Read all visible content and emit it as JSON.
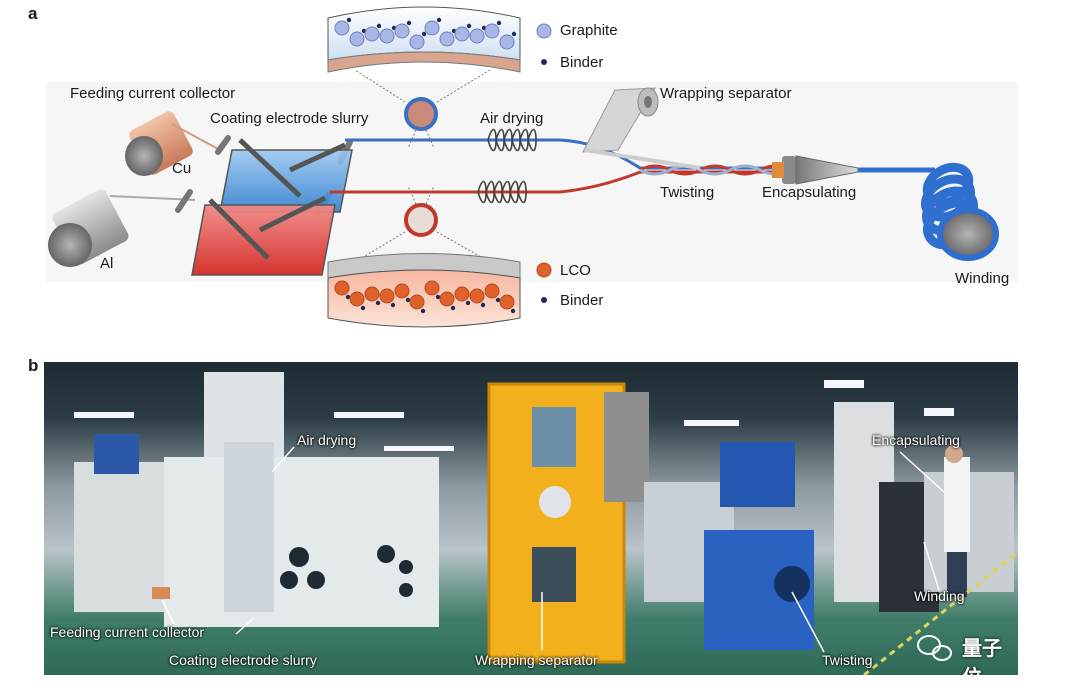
{
  "panel_a": {
    "letter": "a",
    "labels": {
      "feeding": "Feeding current collector",
      "coating": "Coating electrode slurry",
      "air_drying": "Air drying",
      "wrapping": "Wrapping separator",
      "twisting": "Twisting",
      "encapsulating": "Encapsulating",
      "winding": "Winding",
      "cu": "Cu",
      "al": "Al"
    },
    "legend_top": {
      "item1": "Graphite",
      "item2": "Binder"
    },
    "legend_bottom": {
      "item1": "LCO",
      "item2": "Binder"
    },
    "colors": {
      "anode_line": "#3b6fc4",
      "cathode_line": "#c0392b",
      "graphite": "#a9b7e6",
      "lco": "#e0622a",
      "binder": "#1d2a5a",
      "coil": "#2f6fd0"
    }
  },
  "panel_b": {
    "letter": "b",
    "labels": {
      "air_drying": "Air drying",
      "encapsulating": "Encapsulating",
      "winding": "Winding",
      "feeding": "Feeding current collector",
      "coating": "Coating electrode slurry",
      "wrapping": "Wrapping separator",
      "twisting": "Twisting"
    },
    "watermark": "量子位"
  }
}
